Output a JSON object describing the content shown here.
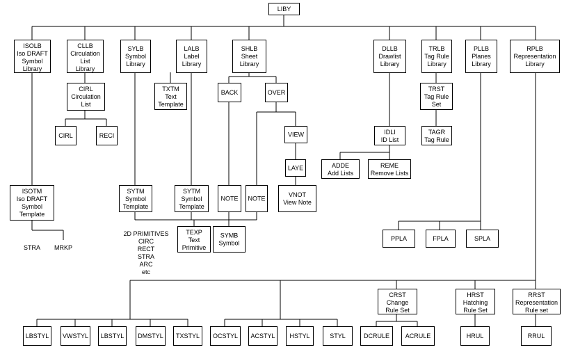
{
  "nodes": {
    "liby": [
      "LIBY"
    ],
    "isolb": [
      "ISOLB",
      "Iso DRAFT",
      "Symbol",
      "Library"
    ],
    "cllb": [
      "CLLB",
      "Circulation",
      "List",
      "Library"
    ],
    "sylb": [
      "SYLB",
      "Symbol",
      "Library"
    ],
    "lalb": [
      "LALB",
      "Label",
      "Library"
    ],
    "shlb": [
      "SHLB",
      "Sheet",
      "Library"
    ],
    "dllb": [
      "DLLB",
      "Drawlist",
      "Library"
    ],
    "trlb": [
      "TRLB",
      "Tag Rule",
      "Library"
    ],
    "pllb": [
      "PLLB",
      "Planes",
      "Library"
    ],
    "rplb": [
      "RPLB",
      "Representation",
      "Library"
    ],
    "cirl1": [
      "CIRL",
      "Circulation",
      "List"
    ],
    "cirl2": [
      "CIRL"
    ],
    "reci": [
      "RECI"
    ],
    "txtm": [
      "TXTM",
      "Text",
      "Template"
    ],
    "back": [
      "BACK"
    ],
    "over": [
      "OVER"
    ],
    "view": [
      "VIEW"
    ],
    "laye": [
      "LAYE"
    ],
    "vnot": [
      "VNOT",
      "View Note"
    ],
    "idli": [
      "IDLI",
      "ID List"
    ],
    "adde": [
      "ADDE",
      "Add Lists"
    ],
    "reme": [
      "REME",
      "Remove Lists"
    ],
    "trst": [
      "TRST",
      "Tag Rule",
      "Set"
    ],
    "tagr": [
      "TAGR",
      "Tag Rule"
    ],
    "isotm": [
      "ISOTM",
      "Iso DRAFT",
      "Symbol",
      "Template"
    ],
    "sytm1": [
      "SYTM",
      "Symbol",
      "Template"
    ],
    "sytm2": [
      "SYTM",
      "Symbol",
      "Template"
    ],
    "note1": [
      "NOTE"
    ],
    "note2": [
      "NOTE"
    ],
    "texp": [
      "TEXP",
      "Text",
      "Primitive"
    ],
    "symb": [
      "SYMB",
      "Symbol"
    ],
    "ppla": [
      "PPLA"
    ],
    "fpla": [
      "FPLA"
    ],
    "spla": [
      "SPLA"
    ],
    "crst": [
      "CRST",
      "Change",
      "Rule Set"
    ],
    "hrst": [
      "HRST",
      "Hatching",
      "Rule Set"
    ],
    "rrst": [
      "RRST",
      "Representation",
      "Rule set"
    ],
    "lbstyl1": [
      "LBSTYL"
    ],
    "vwstyl": [
      "VWSTYL"
    ],
    "lbstyl2": [
      "LBSTYL"
    ],
    "dmstyl": [
      "DMSTYL"
    ],
    "txstyl": [
      "TXSTYL"
    ],
    "ocstyl": [
      "OCSTYL"
    ],
    "acstyl": [
      "ACSTYL"
    ],
    "hstyl": [
      "HSTYL"
    ],
    "styl": [
      "STYL"
    ],
    "dcrule": [
      "DCRULE"
    ],
    "acrule": [
      "ACRULE"
    ],
    "hrul": [
      "HRUL"
    ],
    "rrul": [
      "RRUL"
    ]
  },
  "labels": {
    "stra": [
      "STRA"
    ],
    "mrkp": [
      "MRKP"
    ],
    "primitives": [
      "2D PRIMITIVES",
      "CIRC",
      "RECT",
      "STRA",
      "ARC",
      "etc"
    ]
  }
}
